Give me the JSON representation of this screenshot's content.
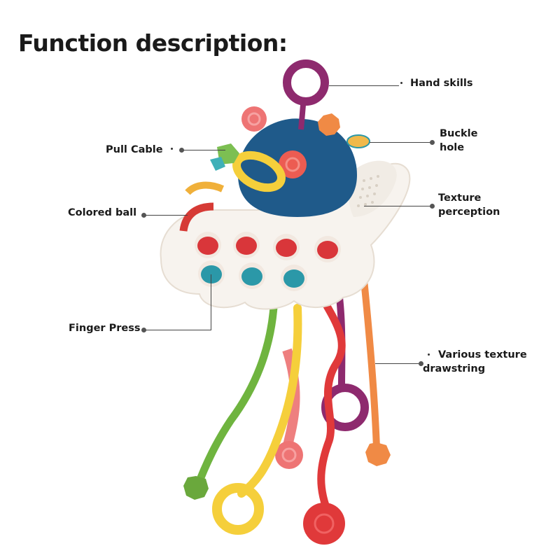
{
  "title": "Function description:",
  "callouts": {
    "hand_skills": "Hand skills",
    "buckle_hole_line1": "Buckle",
    "buckle_hole_line2": "hole",
    "pull_cable": "Pull Cable",
    "texture_perception_line1": "Texture",
    "texture_perception_line2": "perception",
    "colored_ball": "Colored ball",
    "finger_press": "Finger Press",
    "various_texture_line1": "Various texture",
    "various_texture_line2": "drawstring"
  },
  "colors": {
    "purple": "#8e2a6e",
    "blue_dome": "#1f5a8a",
    "red_pop": "#d9363a",
    "teal_pop": "#2b98a8",
    "green": "#6fb43f",
    "yellow": "#f5cf3b",
    "red_string": "#e0393a",
    "orange": "#f08a45",
    "pink": "#ee7474",
    "base": "#f7f3ee"
  }
}
